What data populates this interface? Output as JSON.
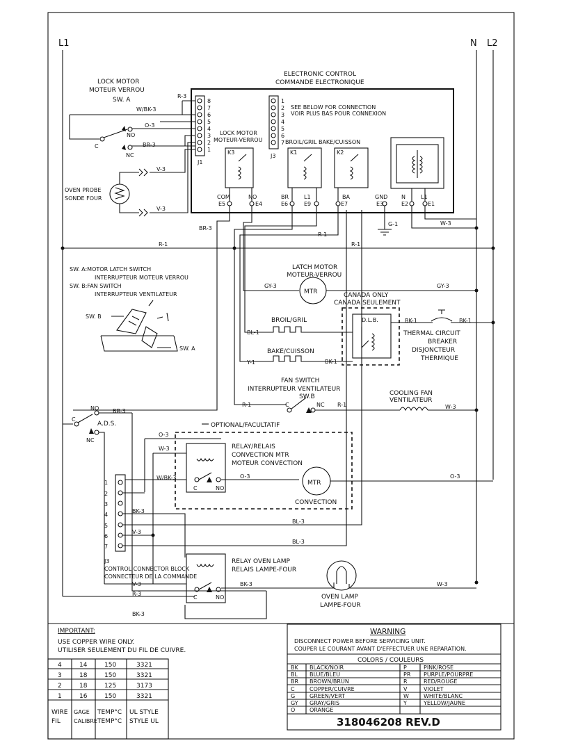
{
  "rails": {
    "left": "L1",
    "right_n": "N",
    "right_l2": "L2"
  },
  "control": {
    "title1": "ELECTRONIC CONTROL",
    "title2": "COMMANDE ELECTRONIQUE",
    "j1": "J1",
    "j3": "J3",
    "j1_pins": [
      "8",
      "7",
      "6",
      "5",
      "4",
      "3",
      "2",
      "1"
    ],
    "j3_pins": [
      "1",
      "2",
      "3",
      "4",
      "5",
      "6",
      "7"
    ],
    "see_below1": "SEE BELOW FOR CONNECTION",
    "see_below2": "VOIR PLUS BAS POUR CONNEXION",
    "lock1": "LOCK MOTOR",
    "lock2": "MOTEUR-VERROU",
    "broil_bake": "BROIL/GRIL BAKE/CUISSON",
    "k3": "K3",
    "k1": "K1",
    "k2": "K2",
    "terms": [
      "COM",
      "NO",
      "BR",
      "L1",
      "BA",
      "GND",
      "N",
      "L1"
    ],
    "term_ids": [
      "E5",
      "E4",
      "E6",
      "E9",
      "E7",
      "E3",
      "E2",
      "E1"
    ]
  },
  "lock_switch": {
    "title1": "LOCK MOTOR",
    "title2": "MOTEUR VERROU",
    "sw": "SW. A",
    "c": "C",
    "no": "NO",
    "nc": "NC"
  },
  "wires": {
    "r3": "R-3",
    "wbk3": "W/BK-3",
    "o3": "O-3",
    "br3": "BR-3",
    "v3": "V-3",
    "r1": "R-1",
    "g1": "G-1",
    "w3": "W-3",
    "gy3": "GY-3",
    "bl1": "BL-1",
    "y1": "Y-1",
    "bk1": "BK-1",
    "bk3": "BK-3",
    "bl3": "BL-3"
  },
  "probe": {
    "line1": "OVEN PROBE",
    "line2": "SONDE FOUR"
  },
  "legend_sw": {
    "a1": "SW. A:MOTOR LATCH SWITCH",
    "a2": "INTERRUPTEUR MOTEUR VERROU",
    "b1": "SW. B:FAN SWITCH",
    "b2": "INTERRUPTEUR VENTILATEUR",
    "lab_b": "SW. B",
    "lab_a": "SW. A"
  },
  "latch_motor": {
    "line1": "LATCH MOTOR",
    "line2": "MOTEUR-VERROU",
    "mtr": "MTR"
  },
  "canada": {
    "line1": "CANADA ONLY",
    "line2": "CANADA SEULEMENT",
    "dlb": "D.L.B."
  },
  "elements": {
    "broil": "BROIL/GRIL",
    "bake": "BAKE/CUISSON"
  },
  "breaker": {
    "l1": "THERMAL CIRCUIT",
    "l2": "BREAKER",
    "l3": "DISJONCTEUR",
    "l4": "THERMIQUE"
  },
  "fan_switch": {
    "l1": "FAN SWITCH",
    "l2": "INTERRUPTEUR VENTILATEUR",
    "sw": "SW.B",
    "c": "C",
    "nc": "NC"
  },
  "cooling_fan": {
    "l1": "COOLING FAN",
    "l2": "VENTILATEUR"
  },
  "ads": {
    "label": "A.D.S.",
    "no": "NO",
    "c": "C",
    "nc": "NC"
  },
  "optional": {
    "label": "OPTIONAL/FACULTATIF"
  },
  "relay_conv": {
    "l1": "RELAY/RELAIS",
    "l2": "CONVECTION MTR",
    "l3": "MOTEUR CONVECTION",
    "c": "C",
    "no": "NO"
  },
  "conv_motor": {
    "mtr": "MTR",
    "label": "CONVECTION"
  },
  "j3block": {
    "pins": [
      "1",
      "2",
      "3",
      "4",
      "5",
      "6",
      "7"
    ],
    "title": "J3",
    "l1": "CONTROL CONNECTOR BLOCK",
    "l2": "CONNECTEUR DE LA COMMANDE"
  },
  "relay_lamp": {
    "l1": "RELAY OVEN LAMP",
    "l2": "RELAIS LAMPE-FOUR",
    "c": "C",
    "no": "NO"
  },
  "lamp": {
    "l1": "OVEN LAMP",
    "l2": "LAMPE-FOUR"
  },
  "important": {
    "title": "IMPORTANT:",
    "l1": "USE COPPER WIRE ONLY.",
    "l2": "UTILISER SEULEMENT DU FIL DE CUIVRE."
  },
  "wire_table": {
    "rows": [
      [
        "4",
        "14",
        "150",
        "3321"
      ],
      [
        "3",
        "18",
        "150",
        "3321"
      ],
      [
        "2",
        "18",
        "125",
        "3173"
      ],
      [
        "1",
        "16",
        "150",
        "3321"
      ]
    ],
    "headers": [
      [
        "WIRE",
        "FIL"
      ],
      [
        "GAGE",
        "CALIBRE"
      ],
      [
        "TEMP°C",
        "TEMP°C"
      ],
      [
        "UL STYLE",
        "STYLE UL"
      ]
    ]
  },
  "warning": {
    "title": "WARNING",
    "l1": "DISCONNECT POWER BEFORE SERVICING UNIT.",
    "l2": "COUPER LE COURANT AVANT D'EFFECTUER UNE REPARATION."
  },
  "colors": {
    "title": "COLORS / COULEURS",
    "rows": [
      [
        "BK",
        "BLACK/NOIR",
        "P",
        "PINK/ROSE"
      ],
      [
        "BL",
        "BLUE/BLEU",
        "PR",
        "PURPLE/POURPRE"
      ],
      [
        "BR",
        "BROWN/BRUN",
        "R",
        "RED/ROUGE"
      ],
      [
        "C",
        "COPPER/CUIVRE",
        "V",
        "VIOLET"
      ],
      [
        "G",
        "GREEN/VERT",
        "W",
        "WHITE/BLANC"
      ],
      [
        "GY",
        "GRAY/GRIS",
        "Y",
        "YELLOW/JAUNE"
      ],
      [
        "O",
        "ORANGE",
        "",
        ""
      ]
    ]
  },
  "part_number": "318046208 REV.D"
}
